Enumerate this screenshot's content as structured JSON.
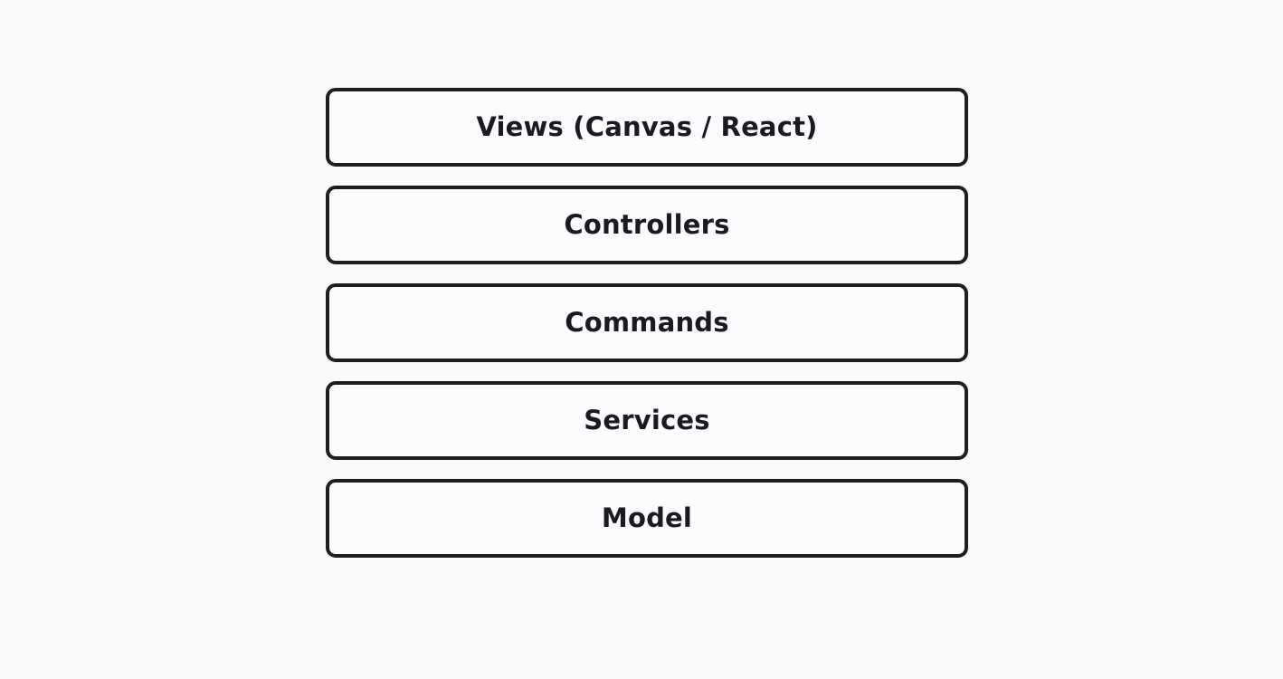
{
  "diagram": {
    "type": "layered-architecture-stack",
    "background_color": "#f8fafc",
    "stroke_color": "#1e1e1e",
    "text_color": "#1b1b1f",
    "box_fill_color": "#fbfcfe",
    "layers": [
      {
        "label": "Views (Canvas / React)"
      },
      {
        "label": "Controllers"
      },
      {
        "label": "Commands"
      },
      {
        "label": "Services"
      },
      {
        "label": "Model"
      }
    ]
  }
}
